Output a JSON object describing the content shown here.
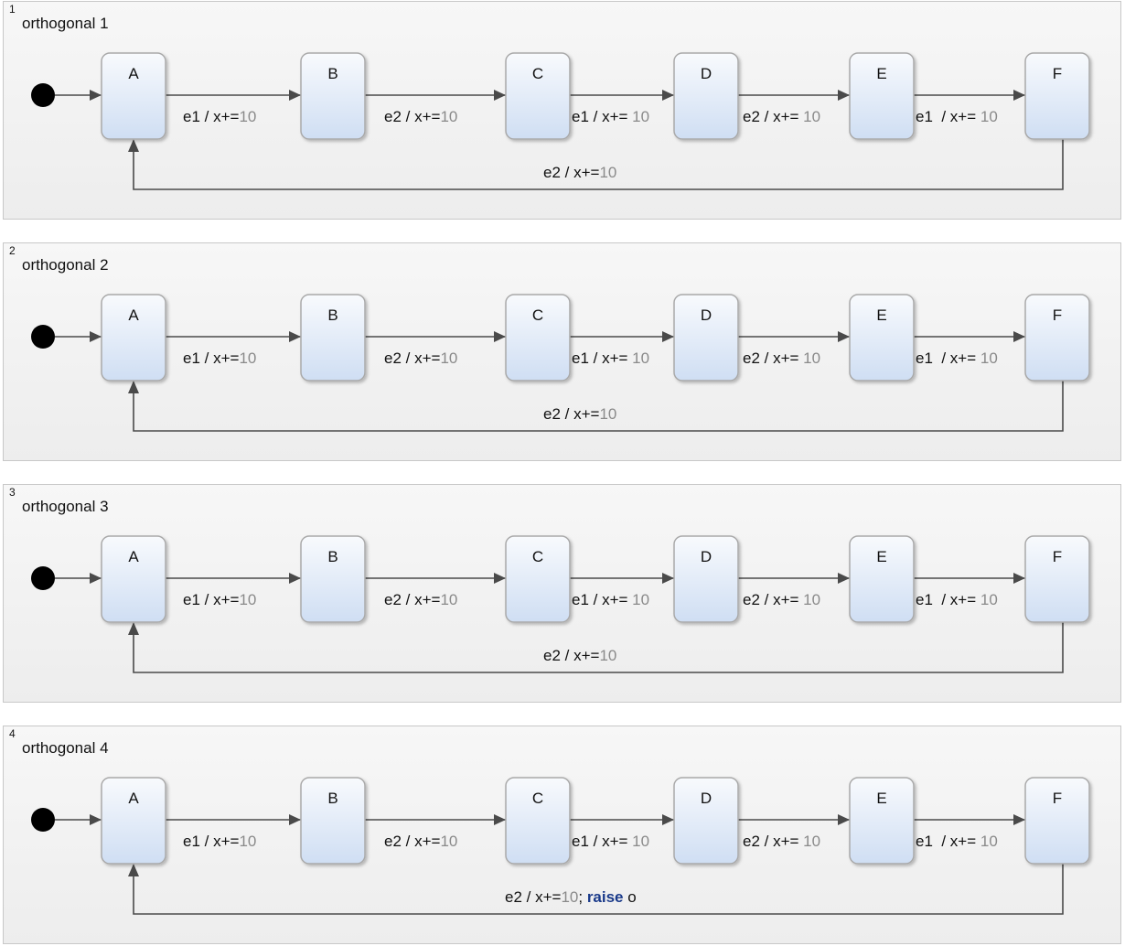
{
  "regions": [
    {
      "index": "1",
      "name": "orthogonal 1",
      "states": [
        "A",
        "B",
        "C",
        "D",
        "E",
        "F"
      ],
      "transitions": [
        [
          {
            "t": "e1 / x+=",
            "c": "event"
          },
          {
            "t": "10",
            "c": "num"
          }
        ],
        [
          {
            "t": "e2 / x+=",
            "c": "event"
          },
          {
            "t": "10",
            "c": "num"
          }
        ],
        [
          {
            "t": "e1 / x+= ",
            "c": "event"
          },
          {
            "t": "10",
            "c": "num"
          }
        ],
        [
          {
            "t": "e2 / x+= ",
            "c": "event"
          },
          {
            "t": "10",
            "c": "num"
          }
        ],
        [
          {
            "t": "e1  / x+= ",
            "c": "event"
          },
          {
            "t": "10",
            "c": "num"
          }
        ]
      ],
      "back_transition": [
        {
          "t": "e2 / x+=",
          "c": "event"
        },
        {
          "t": "10",
          "c": "num"
        }
      ]
    },
    {
      "index": "2",
      "name": "orthogonal 2",
      "states": [
        "A",
        "B",
        "C",
        "D",
        "E",
        "F"
      ],
      "transitions": [
        [
          {
            "t": "e1 / x+=",
            "c": "event"
          },
          {
            "t": "10",
            "c": "num"
          }
        ],
        [
          {
            "t": "e2 / x+=",
            "c": "event"
          },
          {
            "t": "10",
            "c": "num"
          }
        ],
        [
          {
            "t": "e1 / x+= ",
            "c": "event"
          },
          {
            "t": "10",
            "c": "num"
          }
        ],
        [
          {
            "t": "e2 / x+= ",
            "c": "event"
          },
          {
            "t": "10",
            "c": "num"
          }
        ],
        [
          {
            "t": "e1  / x+= ",
            "c": "event"
          },
          {
            "t": "10",
            "c": "num"
          }
        ]
      ],
      "back_transition": [
        {
          "t": "e2 / x+=",
          "c": "event"
        },
        {
          "t": "10",
          "c": "num"
        }
      ]
    },
    {
      "index": "3",
      "name": "orthogonal 3",
      "states": [
        "A",
        "B",
        "C",
        "D",
        "E",
        "F"
      ],
      "transitions": [
        [
          {
            "t": "e1 / x+=",
            "c": "event"
          },
          {
            "t": "10",
            "c": "num"
          }
        ],
        [
          {
            "t": "e2 / x+=",
            "c": "event"
          },
          {
            "t": "10",
            "c": "num"
          }
        ],
        [
          {
            "t": "e1 / x+= ",
            "c": "event"
          },
          {
            "t": "10",
            "c": "num"
          }
        ],
        [
          {
            "t": "e2 / x+= ",
            "c": "event"
          },
          {
            "t": "10",
            "c": "num"
          }
        ],
        [
          {
            "t": "e1  / x+= ",
            "c": "event"
          },
          {
            "t": "10",
            "c": "num"
          }
        ]
      ],
      "back_transition": [
        {
          "t": "e2 / x+=",
          "c": "event"
        },
        {
          "t": "10",
          "c": "num"
        }
      ]
    },
    {
      "index": "4",
      "name": "orthogonal 4",
      "states": [
        "A",
        "B",
        "C",
        "D",
        "E",
        "F"
      ],
      "transitions": [
        [
          {
            "t": "e1 / x+=",
            "c": "event"
          },
          {
            "t": "10",
            "c": "num"
          }
        ],
        [
          {
            "t": "e2 / x+=",
            "c": "event"
          },
          {
            "t": "10",
            "c": "num"
          }
        ],
        [
          {
            "t": "e1 / x+= ",
            "c": "event"
          },
          {
            "t": "10",
            "c": "num"
          }
        ],
        [
          {
            "t": "e2 / x+= ",
            "c": "event"
          },
          {
            "t": "10",
            "c": "num"
          }
        ],
        [
          {
            "t": "e1  / x+= ",
            "c": "event"
          },
          {
            "t": "10",
            "c": "num"
          }
        ]
      ],
      "back_transition": [
        {
          "t": "e2 / x+=",
          "c": "event"
        },
        {
          "t": "10",
          "c": "num"
        },
        {
          "t": "; ",
          "c": "event"
        },
        {
          "t": "raise",
          "c": "kw"
        },
        {
          "t": " o",
          "c": "event"
        }
      ]
    }
  ],
  "colors": {
    "state_fill_top": "#f8fafd",
    "state_fill_bottom": "#cfdef3",
    "state_border": "#a9a9a9",
    "edge": "#4a4a4a",
    "number": "#8a8a8a",
    "keyword": "#1a3a8a",
    "initial": "#000000"
  }
}
